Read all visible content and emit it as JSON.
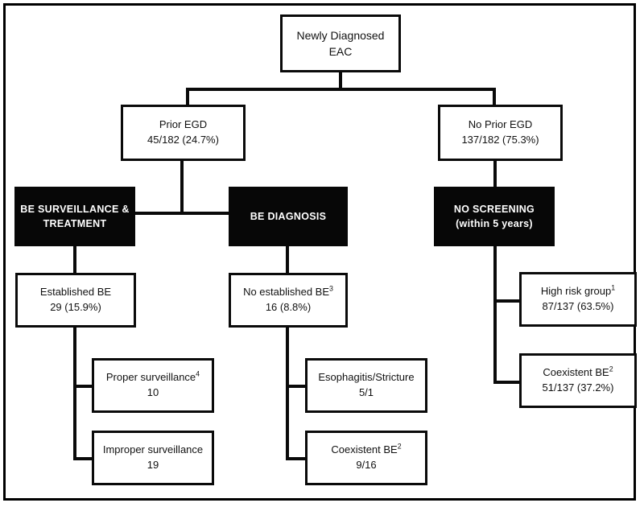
{
  "diagram": {
    "title": "Newly Diagnosed EAC patient screening / surveillance flowchart",
    "border_color": "#000000",
    "dark_fill": "#070707",
    "light_fill": "#ffffff"
  },
  "nodes": {
    "root": {
      "line1": "Newly Diagnosed",
      "line2": "EAC"
    },
    "prior_egd": {
      "line1": "Prior EGD",
      "line2": "45/182 (24.7%)"
    },
    "no_prior_egd": {
      "line1": "No Prior EGD",
      "line2": "137/182 (75.3%)"
    },
    "be_surveillance": {
      "line1": "BE SURVEILLANCE &",
      "line2": "TREATMENT"
    },
    "be_diagnosis": {
      "line1": "BE DIAGNOSIS",
      "line2": ""
    },
    "no_screening": {
      "line1": "NO SCREENING",
      "line2": "(within 5 years)"
    },
    "established_be": {
      "line1": "Established BE",
      "line2": "29 (15.9%)"
    },
    "no_established_be": {
      "line1": "No established BE",
      "sup": "3",
      "line2": "16 (8.8%)"
    },
    "high_risk_group": {
      "line1": "High risk group",
      "sup": "1",
      "line2": "87/137 (63.5%)"
    },
    "coexistent_be_right": {
      "line1": "Coexistent BE",
      "sup": "2",
      "line2": "51/137 (37.2%)"
    },
    "proper_surveillance": {
      "line1": "Proper  surveillance",
      "sup": "4",
      "line2": "10"
    },
    "improper_surveillance": {
      "line1": "Improper surveillance",
      "line2": "19"
    },
    "esophagitis_stricture": {
      "line1": "Esophagitis/Stricture",
      "line2": "5/1"
    },
    "coexistent_be_mid": {
      "line1": "Coexistent BE",
      "sup": "2",
      "line2": "9/16"
    }
  }
}
